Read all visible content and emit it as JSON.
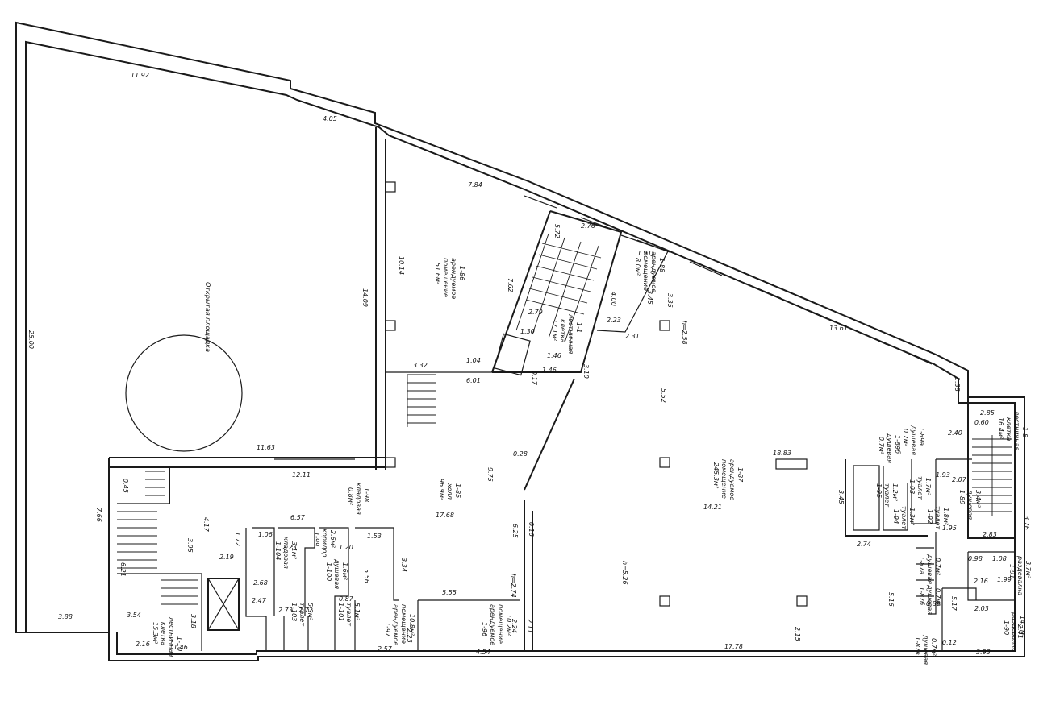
{
  "outdoor": {
    "label": "Открытая площадка"
  },
  "dimensions": {
    "top_left_width": "11.92",
    "left_height": "25.00",
    "bottom_left": "3.88",
    "top_step": "4.05",
    "outdoor_right": "14.09",
    "outdoor_bottom": "11.63",
    "room86_top": "7.84",
    "room86_left": "10.14",
    "room86_diag": "7.62",
    "stair_top": "2.76",
    "stair_side": "5.72",
    "stair_mid": "2.79",
    "stair_right": "4.00",
    "right_top": "13.61",
    "r88_w": "1.91",
    "r88_h": "3.45",
    "r88_side": "3.35",
    "d223": "2.23",
    "d231": "2.31",
    "h258": "h=2.58",
    "d552": "5.52",
    "d130": "1.30",
    "d104": "1.04",
    "d601": "6.01",
    "d332": "3.32",
    "d146": "1.46",
    "d146b": "1.46",
    "d017": "0.17",
    "d310": "3.10",
    "d1211": "12.11",
    "d028": "0.28",
    "d975": "9.75",
    "d1768": "17.68",
    "d1883": "18.83",
    "d1421": "14.21",
    "d625": "6.25",
    "d016": "0.16",
    "h274": "h=2.74",
    "h526": "h=5.26",
    "d555": "5.55",
    "d454": "4.54",
    "d224": "2.24",
    "d211": "2.11",
    "d1778": "17.78",
    "d215": "2.15",
    "d045": "0.45",
    "d766": "7.66",
    "d417": "4.17",
    "d395": "3.95",
    "d621": "6.21",
    "d354": "3.54",
    "d318": "3.18",
    "d216": "2.16",
    "d146c": "1.46",
    "d657": "6.57",
    "d172": "1.72",
    "d106": "1.06",
    "d223b": "2.23",
    "d120": "1.20",
    "d153": "1.53",
    "d219": "2.19",
    "d268": "2.68",
    "d247": "2.47",
    "d556": "5.56",
    "d334": "3.34",
    "d273": "2.73",
    "d272": "2.72",
    "d223c": "2.23",
    "d257": "2.57",
    "d087": "0.87",
    "d138": "1.38",
    "d285": "2.85",
    "d060": "0.60",
    "d240": "2.40",
    "d207": "2.07",
    "d193": "1.93",
    "d345": "3.45",
    "d195": "1.95",
    "d274": "2.74",
    "d283": "2.83",
    "d376": "3.76",
    "d098": "0.98",
    "d108": "1.08",
    "d216b": "2.16",
    "d199": "1.99",
    "d516": "5.16",
    "d089": "0.89",
    "d517": "5.17",
    "d203": "2.03",
    "d241": "2.41",
    "d012": "0.12",
    "d393": "3.93"
  },
  "rooms": {
    "r86": {
      "num": "1-86",
      "type": "арендуемое",
      "type2": "помещение",
      "area": "51.6м²"
    },
    "r88": {
      "num": "1-88",
      "type": "арендуемое",
      "type2": "помещение",
      "area": "8.0м²"
    },
    "r1": {
      "num": "1-1",
      "type": "лестничная",
      "type2": "клетка",
      "area": "17.1м²"
    },
    "r85": {
      "num": "1-85",
      "type": "холл",
      "area": "96.9м²"
    },
    "r87": {
      "num": "1-87",
      "type": "арендуемое",
      "type2": "помещение",
      "area": "245.3м²"
    },
    "r98": {
      "num": "1-98",
      "type": "кладовая",
      "area": "0.8м²"
    },
    "r99": {
      "num": "1-99",
      "type": "коридор",
      "area": "2.6м²"
    },
    "r104": {
      "num": "1-104",
      "type": "кладовая",
      "area": "3.1м²"
    },
    "r100": {
      "num": "1-100",
      "type": "душевая",
      "area": "1.6м²"
    },
    "r103": {
      "num": "1-103",
      "type": "туалет",
      "area": "5.3м²"
    },
    "r101": {
      "num": "1-101",
      "type": "туалет",
      "area": "5.1м²"
    },
    "r97": {
      "num": "1-97",
      "type": "арендуемое",
      "type2": "помещение",
      "area": "10.8м²"
    },
    "r96": {
      "num": "1-96",
      "type": "арендуемое",
      "type2": "помещение",
      "area": "10.2м²"
    },
    "r10": {
      "num": "1-10",
      "type": "лестничная",
      "type2": "клетка",
      "area": "15.3м²"
    },
    "r8": {
      "num": "1-8",
      "type": "лестничная",
      "type2": "клетка",
      "area": "16.4м²"
    },
    "r89": {
      "num": "1-89",
      "type": "душевая",
      "area": "3.4м²"
    },
    "r95": {
      "num": "1-95",
      "type": "туалет",
      "area": "1.2м²"
    },
    "r94": {
      "num": "1-94",
      "type": "туалет",
      "area": "1.3м²"
    },
    "r93": {
      "num": "1-93",
      "type": "туалет",
      "area": "1.7м²"
    },
    "r92": {
      "num": "1-92",
      "type": "туалет",
      "area": "1.8м²"
    },
    "r89a": {
      "num": "1-89а",
      "type": "душевая",
      "area": "0.7м²"
    },
    "r89b": {
      "num": "1-89б",
      "type": "душевая",
      "area": "0.7м²"
    },
    "r87a": {
      "num": "1-87а",
      "type": "душевая",
      "area": "0.7м²"
    },
    "r87b": {
      "num": "1-87б",
      "type": "душевая",
      "area": "0.7м²"
    },
    "r87v": {
      "num": "1-87в",
      "type": "душевая",
      "area": "0.7м²"
    },
    "r91": {
      "num": "1-91",
      "type": "раздевалка",
      "area": "3.7м²"
    },
    "r90": {
      "num": "1-90",
      "type": "раздевалка",
      "area": "14.1м²"
    }
  }
}
